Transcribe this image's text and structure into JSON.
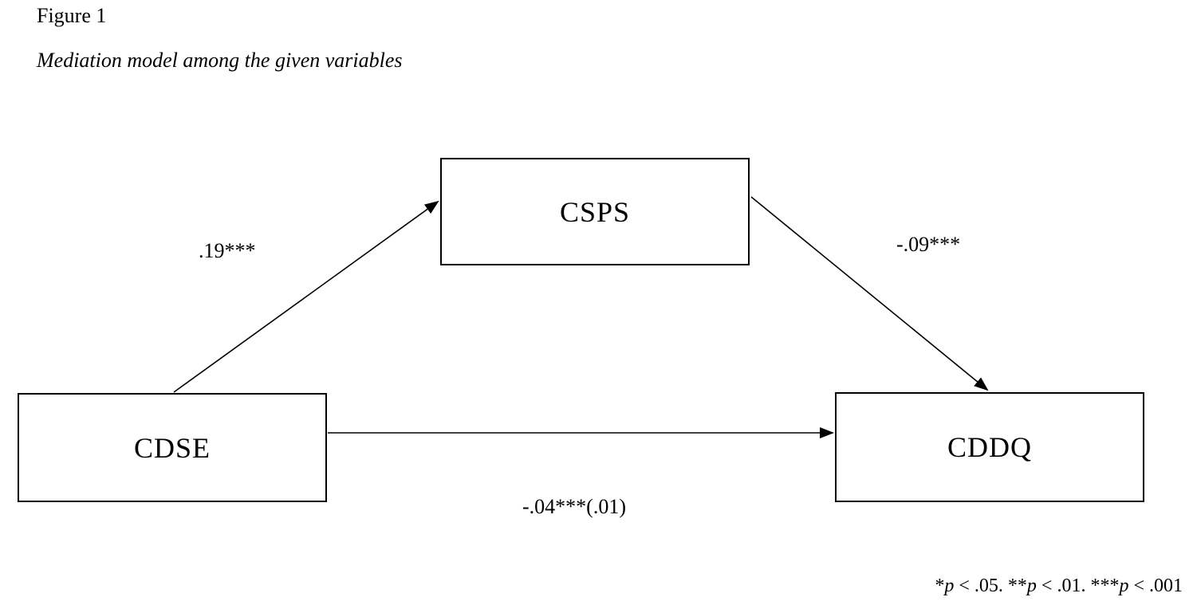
{
  "figure": {
    "label": "Figure 1",
    "caption": "Mediation model among the given variables"
  },
  "boxes": [
    {
      "id": "cdse",
      "label": "CDSE"
    },
    {
      "id": "csps",
      "label": "CSPS"
    },
    {
      "id": "cddq",
      "label": "CDDQ"
    }
  ],
  "paths": [
    {
      "from": "CDSE",
      "to": "CSPS",
      "label": ".19***"
    },
    {
      "from": "CSPS",
      "to": "CDDQ",
      "label": "-.09***"
    },
    {
      "from": "CDSE",
      "to": "CDDQ",
      "label": "-.04***(.01)"
    }
  ],
  "footnote": {
    "parts": [
      "*",
      "p",
      " < .05. **",
      "p",
      " < .01. ***",
      "p",
      " < .001"
    ]
  },
  "colors": {
    "line": "#000000",
    "text": "#000000",
    "background": "#ffffff"
  }
}
